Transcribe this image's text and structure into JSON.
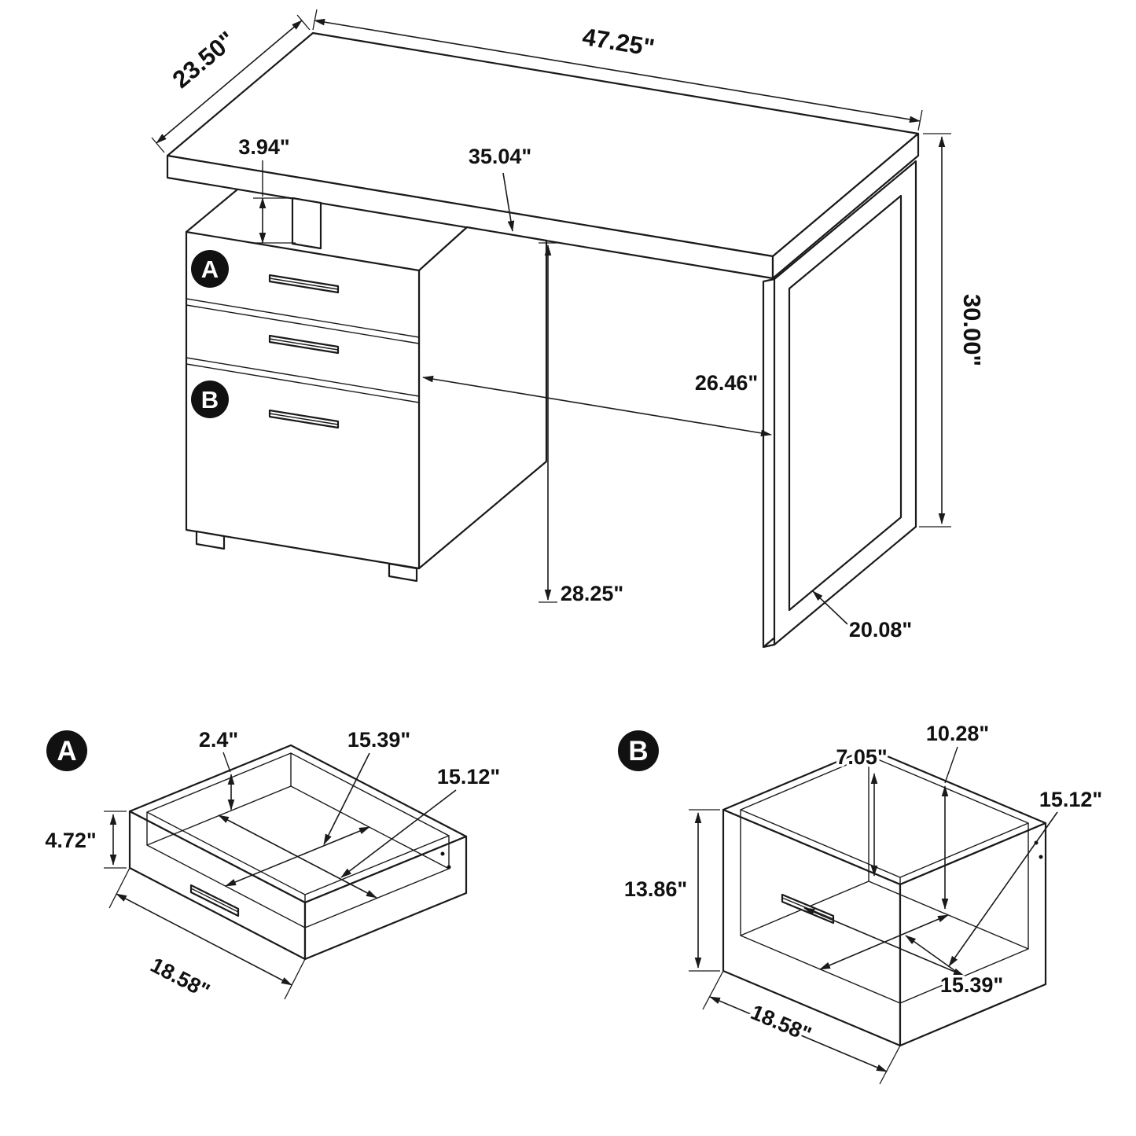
{
  "diagram": {
    "background": "#ffffff",
    "line_color": "#1a1a1a",
    "badge_color": "#111111"
  },
  "main_view": {
    "badge_a": "A",
    "badge_b": "B",
    "dim_top_width": "47.25\"",
    "dim_top_depth": "23.50\"",
    "dim_spacer_height": "3.94\"",
    "dim_underside_span": "35.04\"",
    "dim_desk_height": "30.00\"",
    "dim_knee_width": "26.46\"",
    "dim_knee_height": "28.25\"",
    "dim_leg_depth": "20.08\""
  },
  "drawer_a": {
    "badge": "A",
    "dim_inner_clearance": "2.4\"",
    "dim_inner_depth": "15.39\"",
    "dim_inner_width": "15.12\"",
    "dim_front_height": "4.72\"",
    "dim_front_width": "18.58\""
  },
  "drawer_b": {
    "badge": "B",
    "dim_inner_side_height": "7.05\"",
    "dim_back_height": "10.28\"",
    "dim_inner_width": "15.12\"",
    "dim_front_height": "13.86\"",
    "dim_inner_depth": "15.39\"",
    "dim_front_width": "18.58\""
  }
}
